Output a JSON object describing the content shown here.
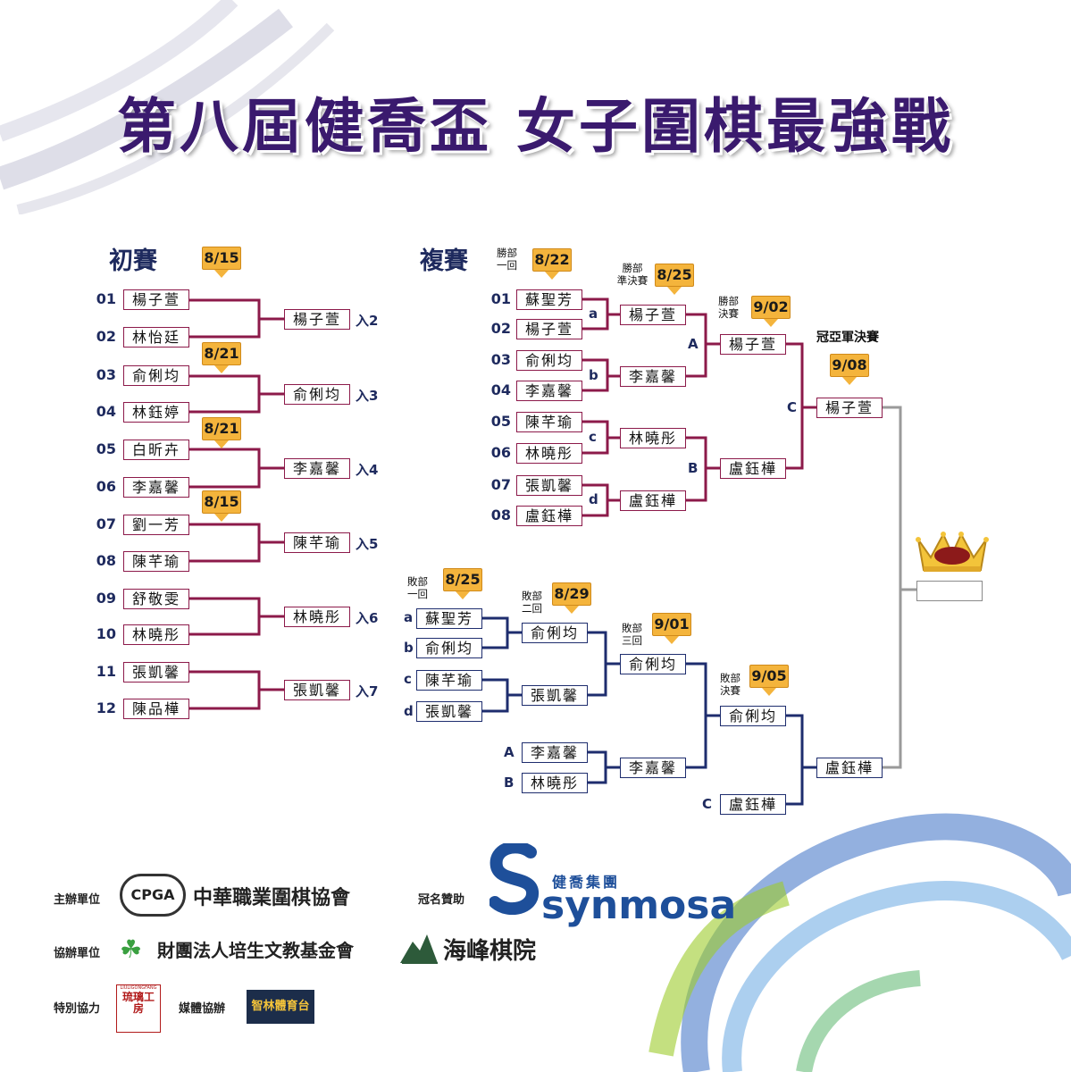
{
  "title": "第八屆健喬盃 女子圍棋最強戰",
  "colors": {
    "winners": "#8c1a4a",
    "losers": "#1e2d6e",
    "final": "#9a9a9a",
    "date_flag": "#f4b43c",
    "title": "#3a1a6e"
  },
  "prelim": {
    "heading": "初賽",
    "dates": [
      "8/15",
      "8/21",
      "8/21",
      "8/15"
    ],
    "numbers": [
      "01",
      "02",
      "03",
      "04",
      "05",
      "06",
      "07",
      "08",
      "09",
      "10",
      "11",
      "12"
    ],
    "players": [
      "楊子萱",
      "林怡廷",
      "俞俐均",
      "林鈺婷",
      "白昕卉",
      "李嘉馨",
      "劉一芳",
      "陳芊瑜",
      "舒敬雯",
      "林曉彤",
      "張凱馨",
      "陳品樺"
    ],
    "winners": [
      "楊子萱",
      "俞俐均",
      "李嘉馨",
      "陳芊瑜",
      "林曉彤",
      "張凱馨"
    ],
    "entries": [
      "入2",
      "入3",
      "入4",
      "入5",
      "入6",
      "入7"
    ]
  },
  "main": {
    "heading": "複賽",
    "round_labels": {
      "w1": "勝部\n一回",
      "w2": "勝部\n準決賽",
      "w3": "勝部\n決賽",
      "final": "冠亞軍決賽",
      "l1": "敗部\n一回",
      "l2": "敗部\n二回",
      "l3": "敗部\n三回",
      "l4": "敗部\n決賽"
    },
    "dates": {
      "w1": "8/22",
      "w2": "8/25",
      "w3": "9/02",
      "final": "9/08",
      "l1": "8/25",
      "l2": "8/29",
      "l3": "9/01",
      "l4": "9/05"
    },
    "numbers": [
      "01",
      "02",
      "03",
      "04",
      "05",
      "06",
      "07",
      "08"
    ],
    "players": [
      "蘇聖芳",
      "楊子萱",
      "俞俐均",
      "李嘉馨",
      "陳芊瑜",
      "林曉彤",
      "張凱馨",
      "盧鈺樺"
    ],
    "w1_tags": [
      "a",
      "b",
      "c",
      "d"
    ],
    "w1_winners": [
      "楊子萱",
      "李嘉馨",
      "林曉彤",
      "盧鈺樺"
    ],
    "w2_tags": [
      "A",
      "B"
    ],
    "w2_winners": [
      "楊子萱",
      "盧鈺樺"
    ],
    "w3_tag": "C",
    "w3_winner": "楊子萱",
    "l1_tags": [
      "a",
      "b",
      "c",
      "d"
    ],
    "l1_players": [
      "蘇聖芳",
      "俞俐均",
      "陳芊瑜",
      "張凱馨"
    ],
    "l2_winners": [
      "俞俐均",
      "張凱馨"
    ],
    "l3_winner": "俞俐均",
    "lb_tags": [
      "A",
      "B"
    ],
    "lb_players": [
      "李嘉馨",
      "林曉彤"
    ],
    "lb_winner": "李嘉馨",
    "l4_winner": "俞俐均",
    "lc_tag": "C",
    "lc_player": "盧鈺樺",
    "loser_final_winner": "盧鈺樺",
    "champion": ""
  },
  "sponsors": {
    "organizer_label": "主辦單位",
    "organizer_logo": "CPGA",
    "organizer": "中華職業圍棋協會",
    "title_sponsor_label": "冠名贊助",
    "sponsor_cn": "健喬集團",
    "sponsor_en": "synmosa",
    "co_label": "協辦單位",
    "co1": "財團法人培生文教基金會",
    "co2": "海峰棋院",
    "special_label": "特別協力",
    "special_logo_en": "LIULIGONGFANG",
    "special_logo_cn": "琉璃工房",
    "media_label": "媒體協辦",
    "media": "智林體育台"
  }
}
